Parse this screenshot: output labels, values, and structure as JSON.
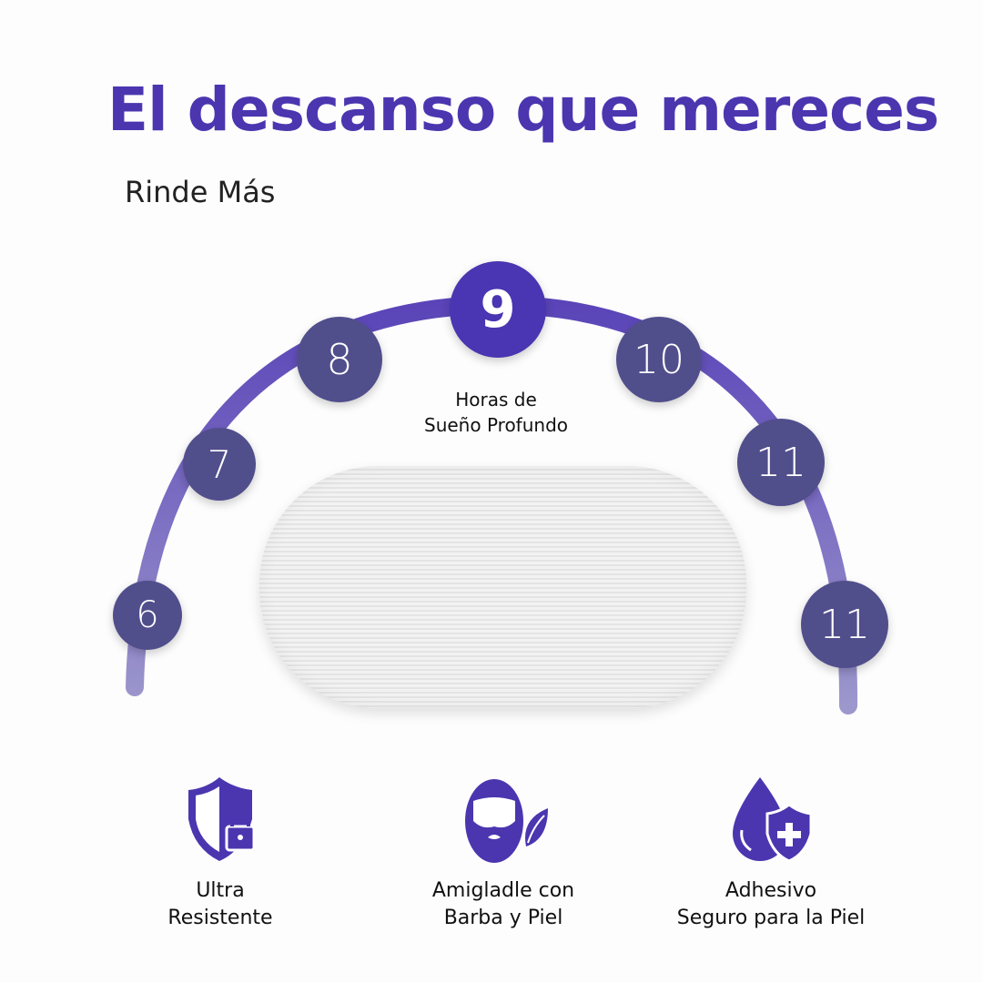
{
  "header": {
    "title": "El descanso que mereces",
    "subtitle": "Rinde Más"
  },
  "colors": {
    "accent": "#4b36b0",
    "node": "#514e8c",
    "active_node": "#4a35b2",
    "arc_light": "#9c97cc"
  },
  "scale": {
    "nodes": [
      "6",
      "7",
      "8",
      "9",
      "10",
      "11",
      "11"
    ],
    "active": "9",
    "caption_line1": "Horas de",
    "caption_line2": "Sueño Profundo"
  },
  "features": [
    {
      "icon": "shield-lock-icon",
      "line1": "Ultra",
      "line2": "Resistente"
    },
    {
      "icon": "beard-leaf-icon",
      "line1": "Amigladle con",
      "line2": "Barba y Piel"
    },
    {
      "icon": "drop-shield-icon",
      "line1": "Adhesivo",
      "line2": "Seguro para la Piel"
    }
  ]
}
